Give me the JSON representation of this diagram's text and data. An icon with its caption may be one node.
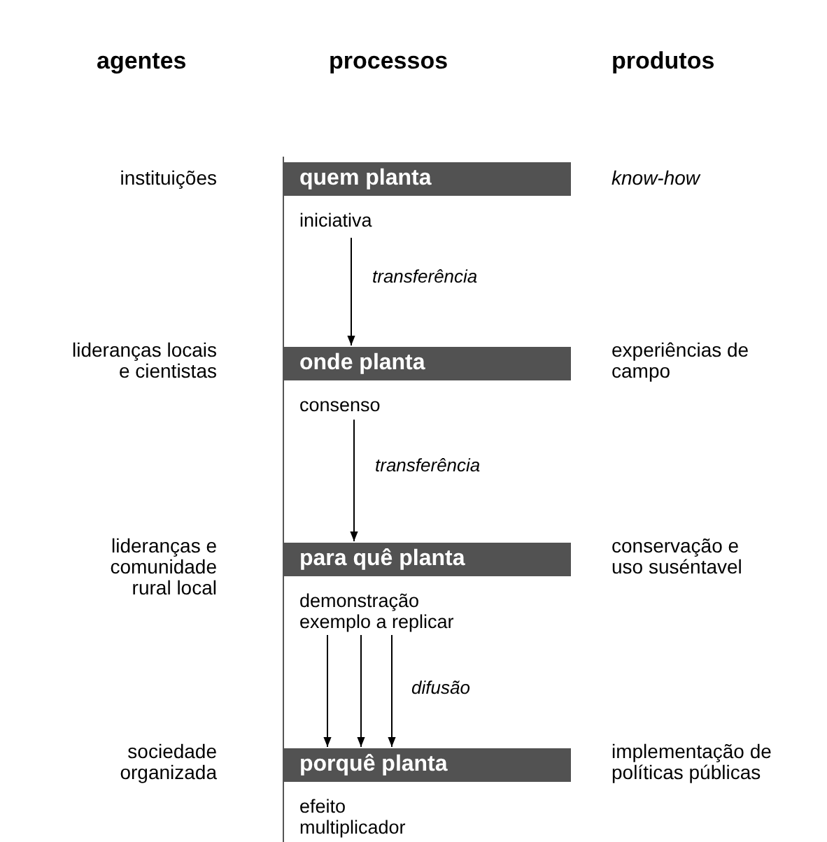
{
  "diagram": {
    "nodes": [
      {
        "text": [
          "quem planta",
          "iniciativa"
        ]
      },
      {
        "text": [
          "onde planta",
          "consenso"
        ]
      },
      {
        "text": [
          "para quê planta",
          "demonstração exemplo a replicar"
        ]
      },
      {
        "text": [
          "porquê planta",
          "efeito multiplicador"
        ]
      }
    ],
    "edges": [
      {
        "from": 0,
        "to": 1,
        "arrow": "to",
        "label": "transferência"
      },
      {
        "from": 1,
        "to": 2,
        "arrow": "to",
        "label": "transferência"
      },
      {
        "from": 2,
        "to": 3,
        "arrow": "to"
      },
      {
        "from": 2,
        "to": 3,
        "arrow": "to"
      },
      {
        "from": 2,
        "to": 3,
        "arrow": "to",
        "label": "difusão"
      }
    ],
    "labels": [
      "agentes",
      "processos",
      "produtos",
      "instituições",
      "know-how",
      "lideranças locais e cientistas",
      "experiências de campo",
      "lideranças e comunidade rural local",
      "conservação e uso suséntavel",
      "sociedade organizada",
      "implementação de políticas públicas"
    ]
  }
}
